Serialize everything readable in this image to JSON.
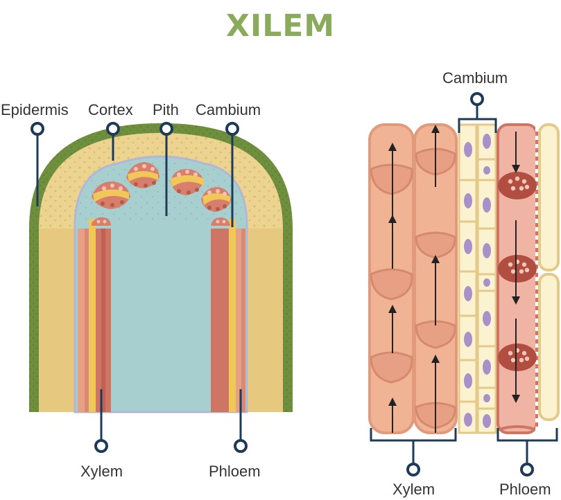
{
  "title": "XILEM",
  "stem_labels": {
    "epidermis": "Epidermis",
    "cortex": "Cortex",
    "pith": "Pith",
    "cambium": "Cambium",
    "xylem": "Xylem",
    "phloem": "Phloem"
  },
  "tissue_labels": {
    "cambium": "Cambium",
    "xylem": "Xylem",
    "phloem": "Phloem"
  },
  "colors": {
    "title": "#8aab5b",
    "epidermis": "#6e8f3d",
    "cortex": "#ecd390",
    "pith": "#a8cfd0",
    "xylem": "#e8a084",
    "phloem": "#d07565",
    "cambium": "#f0c85a",
    "pointer": "#1f3a57"
  }
}
